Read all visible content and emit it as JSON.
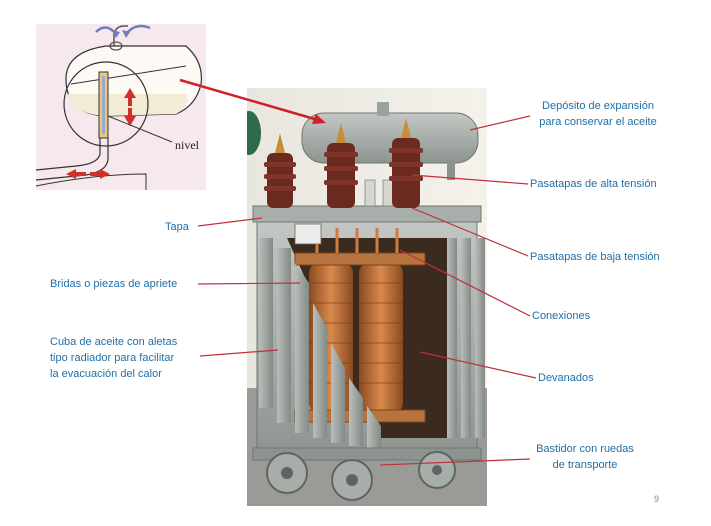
{
  "labels": {
    "deposito": "Depósito de expansión\npara conservar el aceite",
    "pasatapas_alta": "Pasatapas de alta tensión",
    "pasatapas_baja": "Pasatapas de baja tensión",
    "conexiones": "Conexiones",
    "devanados": "Devanados",
    "bastidor": "Bastidor con ruedas\nde transporte",
    "tapa": "Tapa",
    "bridas": "Bridas o piezas de apriete",
    "cuba": "Cuba de aceite con aletas\ntipo radiador para facilitar\nla evacuación del calor"
  },
  "inset": {
    "nivel": "nivel"
  },
  "page_number": "9",
  "colors": {
    "label_text": "#1f6fa6",
    "leader_line": "#c0303a",
    "tank_gray": "#a9b0ab",
    "copper": "#c8733a",
    "bushing_brown": "#6b2a20",
    "inset_bg": "#f6e8ec"
  }
}
